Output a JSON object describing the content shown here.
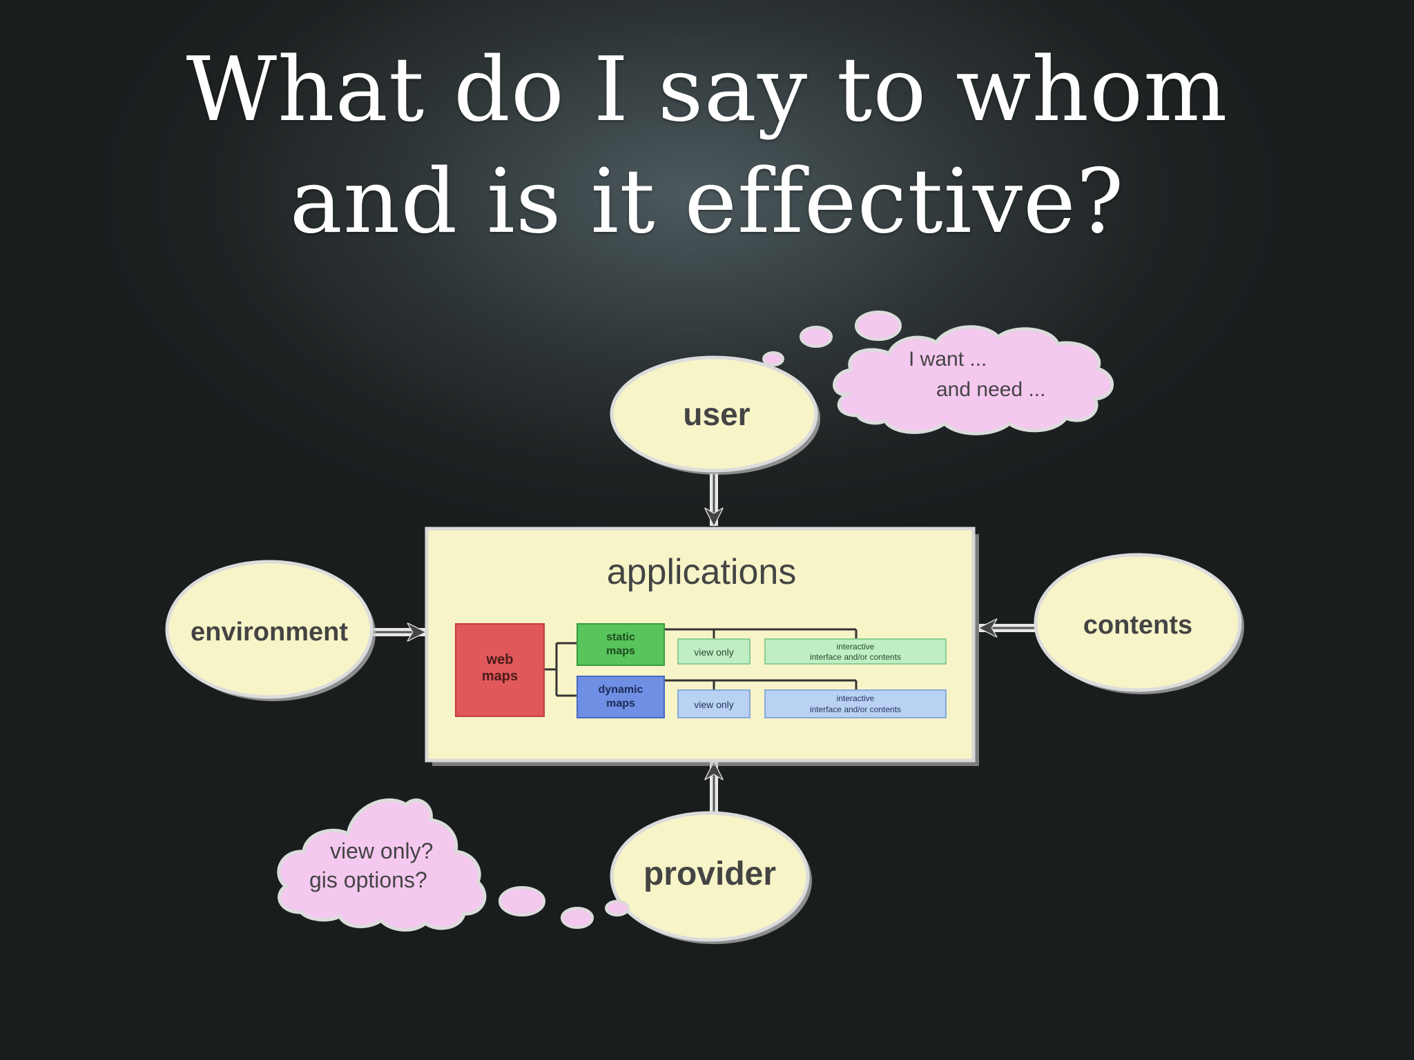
{
  "slide": {
    "title_line1": "What do I say to whom",
    "title_line2": "and is it effective?"
  },
  "diagram": {
    "center_box": {
      "label": "applications"
    },
    "nodes": {
      "user": "user",
      "environment": "environment",
      "contents": "contents",
      "provider": "provider"
    },
    "thoughts": {
      "user_line1": "I want ...",
      "user_line2": "and need ...",
      "provider_line1": "view only?",
      "provider_line2": "gis options?"
    },
    "tree": {
      "root_line1": "web",
      "root_line2": "maps",
      "static_line1": "static",
      "static_line2": "maps",
      "dynamic_line1": "dynamic",
      "dynamic_line2": "maps",
      "static_view": "view only",
      "static_interactive_line1": "interactive",
      "static_interactive_line2": "interface and/or contents",
      "dynamic_view": "view only",
      "dynamic_interactive_line1": "interactive",
      "dynamic_interactive_line2": "interface and/or contents"
    },
    "colors": {
      "node_fill": "#f7f4c8",
      "box_fill": "#f7f4c8",
      "thought_fill": "#f4c8ef",
      "root_fill": "#e0585a",
      "static_fill": "#58c45c",
      "dynamic_fill": "#6f8fe4",
      "green_leaf_fill": "#bfeec4",
      "blue_leaf_fill": "#b9d2f4"
    }
  }
}
